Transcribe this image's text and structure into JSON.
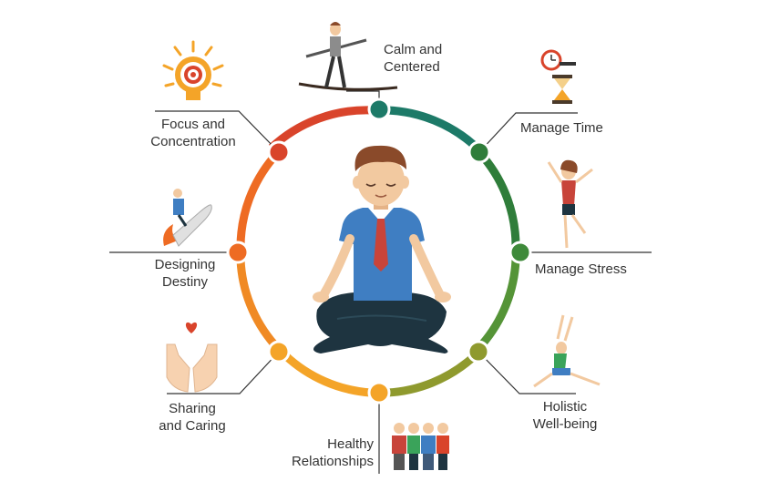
{
  "benefits": {
    "top": [
      "Calm and",
      "Centered"
    ],
    "top_right": [
      "Manage Time"
    ],
    "right": [
      "Manage Stress"
    ],
    "bottom_right": [
      "Holistic",
      "Well-being"
    ],
    "bottom": [
      "Healthy",
      "Relationships"
    ],
    "bottom_left": [
      "Sharing",
      "and Caring"
    ],
    "left": [
      "Designing",
      "Destiny"
    ],
    "top_left": [
      "Focus and",
      "Concentration"
    ]
  },
  "colors": {
    "ring_red": "#d9442b",
    "ring_orange": "#ee6b23",
    "ring_amber": "#f4a428",
    "ring_olive": "#8f9a2e",
    "ring_green": "#3e8a3a",
    "ring_teal": "#1d7a68",
    "shirt_blue": "#3f7ec2",
    "tie_red": "#c8443a",
    "hair_brown": "#8a4a2a",
    "skin": "#f2c9a0",
    "pants_dark": "#1e3440"
  },
  "icons": [
    "target-bulb-icon",
    "tightrope-walker-icon",
    "clock-hourglass-icon",
    "happy-woman-icon",
    "yoga-pose-icon",
    "group-people-icon",
    "hands-heart-icon",
    "rocket-rider-icon",
    "meditating-man-icon"
  ]
}
